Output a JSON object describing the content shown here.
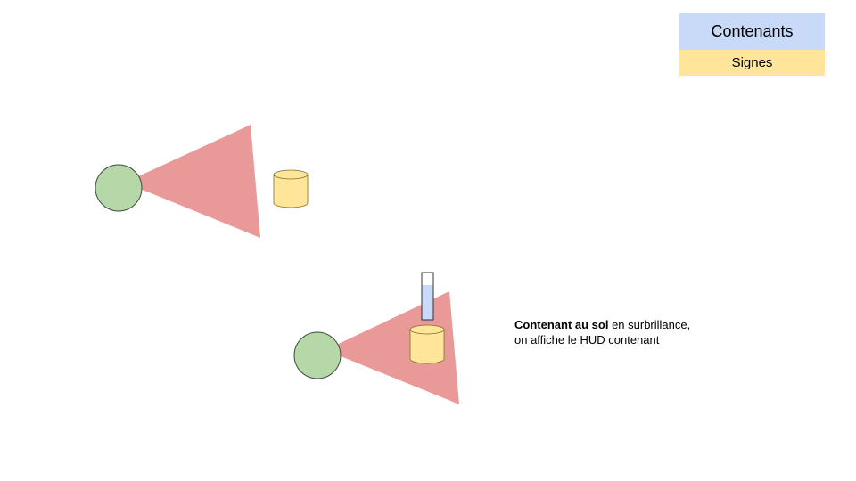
{
  "legend": {
    "contenants_label": "Contenants",
    "signes_label": "Signes"
  },
  "note": {
    "bold": "Contenant au sol",
    "rest": " en surbrillance, on affiche le HUD contenant"
  },
  "colors": {
    "player": "#b6d7a8",
    "player_stroke": "#3e4a3c",
    "view_cone": "#ea9999",
    "container": "#ffe599",
    "container_stroke": "#7f6f2a",
    "hud_fill": "#c9daf8",
    "hud_stroke": "#333333",
    "legend_contenants": "#c9daf8",
    "legend_signes": "#ffe599"
  },
  "scenes": [
    {
      "id": "scene-1",
      "hud_visible": false
    },
    {
      "id": "scene-2",
      "hud_visible": true
    }
  ]
}
